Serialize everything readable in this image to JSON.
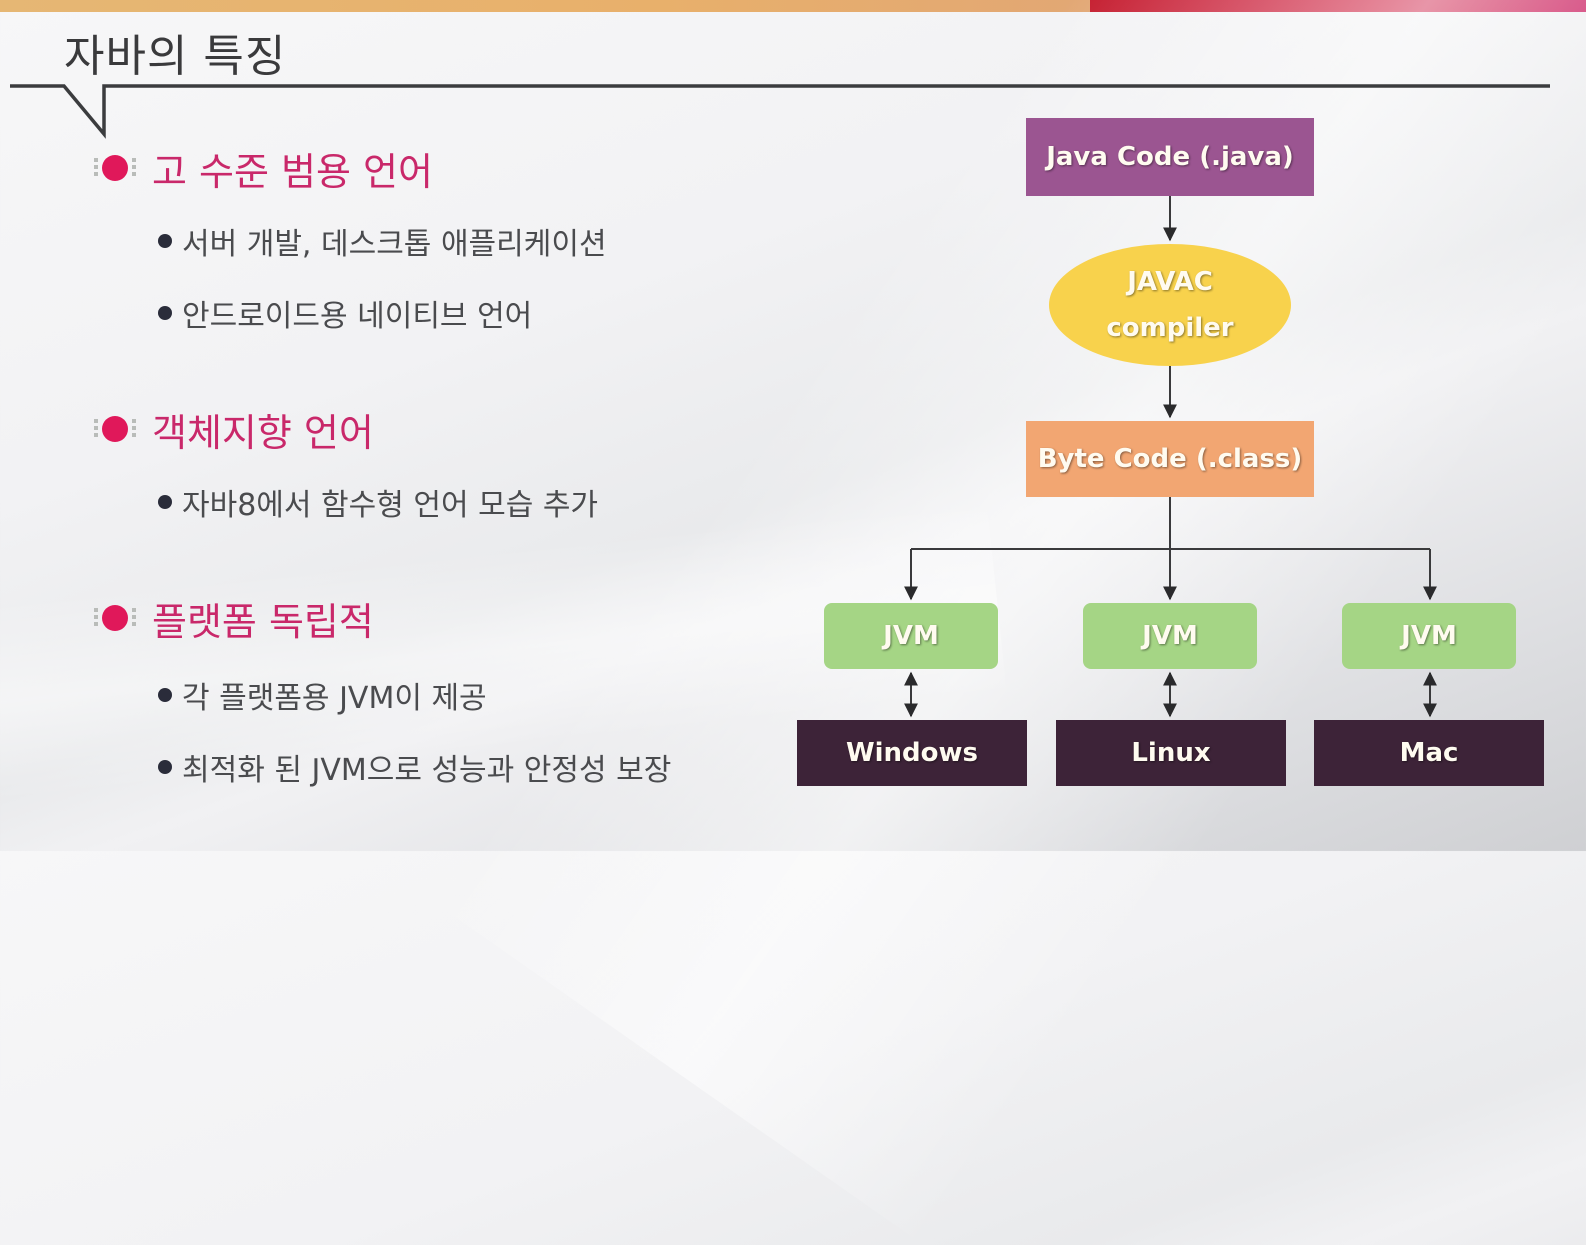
{
  "slide": {
    "title": "자바의 특징",
    "colors": {
      "accent_red": "#e0185a",
      "heading_text": "#c9286a",
      "top_bar_left": "#e6b774",
      "top_bar_right": "#c41a2c"
    },
    "sections": [
      {
        "heading": "고 수준 범용 언어",
        "items": [
          "서버 개발, 데스크톱 애플리케이션",
          "안드로이드용 네이티브 언어"
        ]
      },
      {
        "heading": "객체지향 언어",
        "items": [
          "자바8에서 함수형 언어 모습 추가"
        ]
      },
      {
        "heading": "플랫폼 독립적",
        "items": [
          "각 플랫폼용 JVM이 제공",
          "최적화 된 JVM으로 성능과 안정성 보장"
        ]
      }
    ]
  },
  "diagram": {
    "source": {
      "label": "Java Code (.java)",
      "color": "#9b5591"
    },
    "compiler": {
      "line1": "JAVAC",
      "line2": "compiler",
      "color": "#f8d24c"
    },
    "bytecode": {
      "label": "Byte Code (.class)",
      "color": "#f2a672"
    },
    "jvms": [
      {
        "label": "JVM",
        "color": "#a5d585"
      },
      {
        "label": "JVM",
        "color": "#a5d585"
      },
      {
        "label": "JVM",
        "color": "#a5d585"
      }
    ],
    "platforms": [
      {
        "label": "Windows",
        "color": "#3d2338"
      },
      {
        "label": "Linux",
        "color": "#3d2338"
      },
      {
        "label": "Mac",
        "color": "#3d2338"
      }
    ]
  }
}
